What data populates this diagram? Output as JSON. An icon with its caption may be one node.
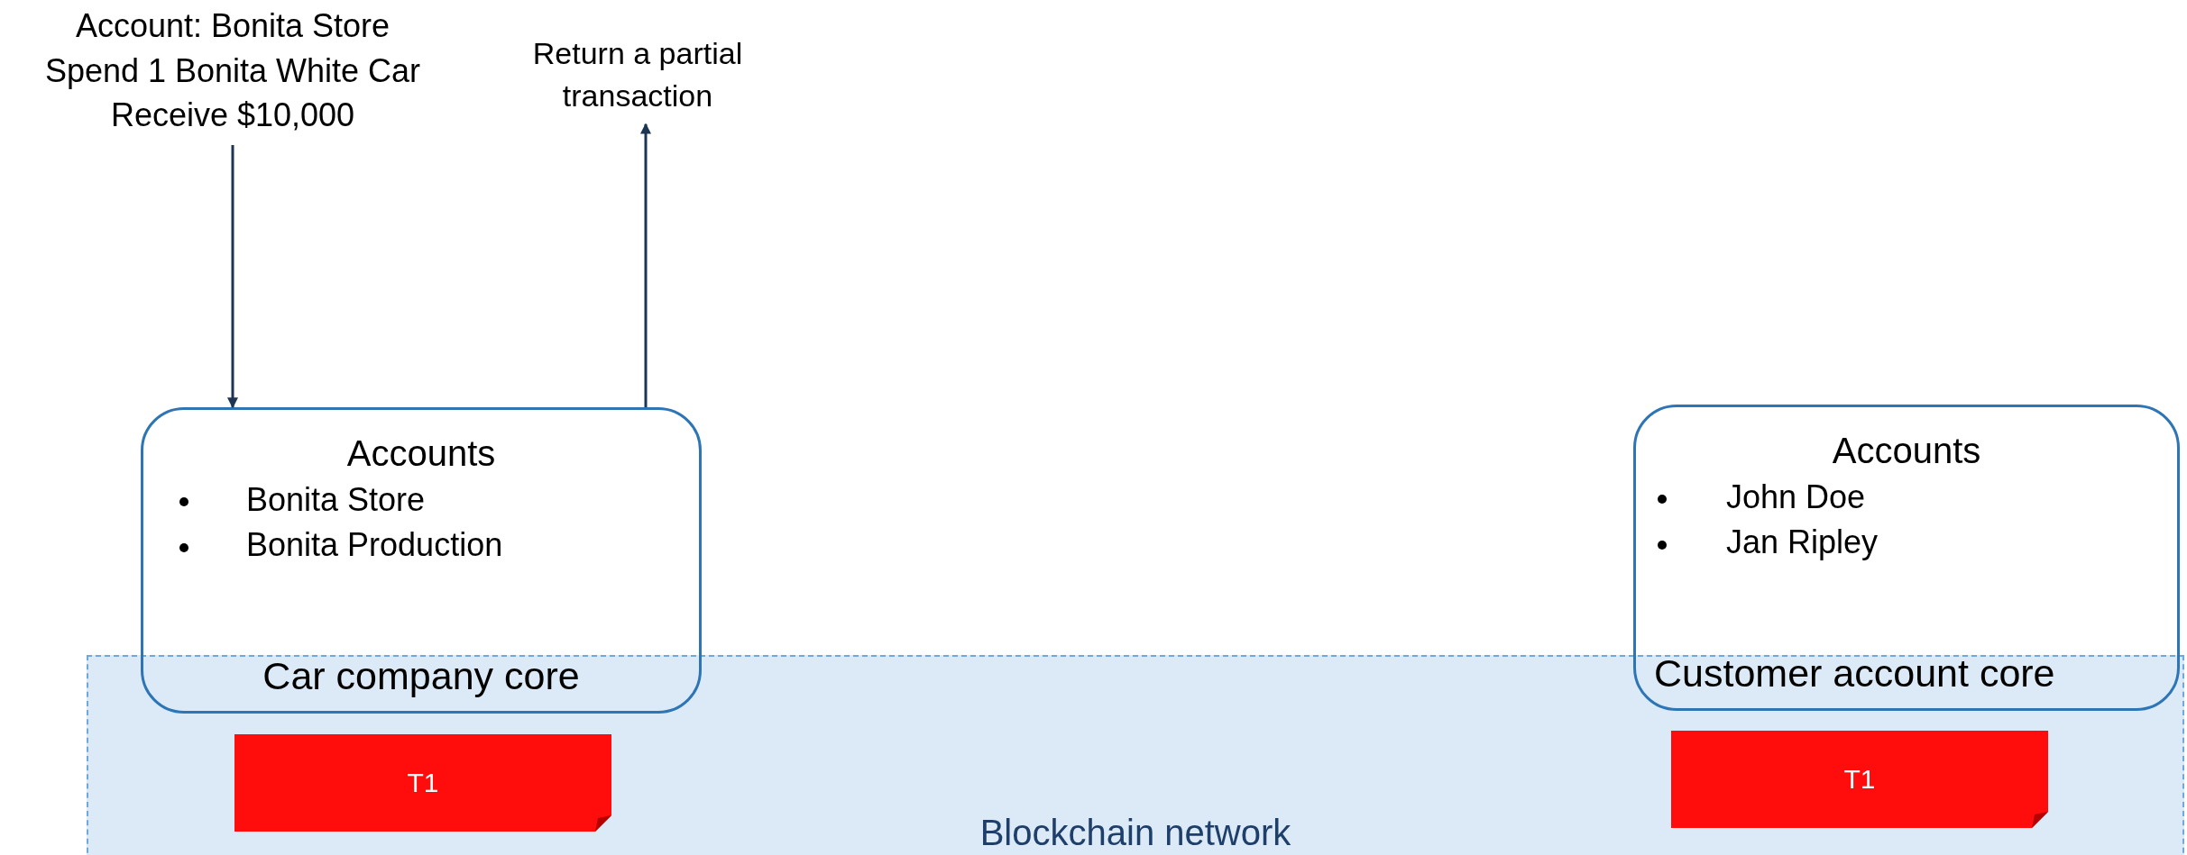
{
  "diagram": {
    "nodes": [
      {
        "text": [
          "Account: Bonita Store Spend 1 Bonita White Car Receive $10,000"
        ]
      },
      {
        "text": [
          "Return a partial transaction"
        ]
      },
      {
        "text": [
          "Accounts",
          "Bonita Store",
          "Bonita Production",
          "Car company core"
        ]
      },
      {
        "text": [
          "Accounts",
          "John Doe",
          "Jan Ripley",
          "Customer account core"
        ]
      },
      {
        "text": [
          "Blockchain network"
        ]
      },
      {
        "text": [
          "T1"
        ],
        "in": 4
      },
      {
        "text": [
          "T1"
        ],
        "in": 4
      }
    ],
    "edges": [
      {
        "from": 0,
        "to": 2,
        "arrow": "to"
      },
      {
        "from": 2,
        "to": 1,
        "arrow": "to"
      }
    ]
  }
}
